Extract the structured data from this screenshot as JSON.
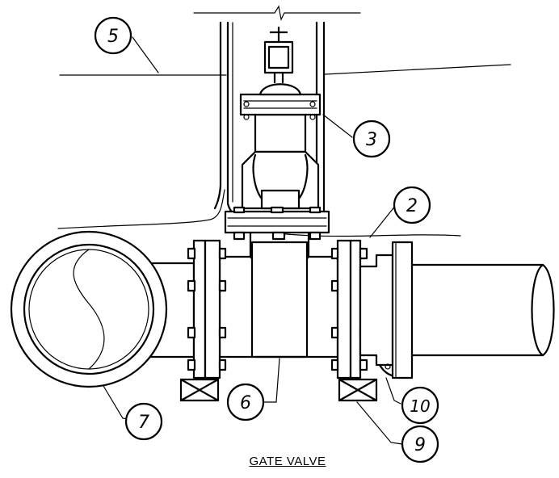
{
  "caption": "GATE VALVE",
  "callouts": [
    {
      "id": "5",
      "label": "5"
    },
    {
      "id": "3",
      "label": "3"
    },
    {
      "id": "2",
      "label": "2"
    },
    {
      "id": "6",
      "label": "6"
    },
    {
      "id": "7",
      "label": "7"
    },
    {
      "id": "9",
      "label": "9"
    },
    {
      "id": "10",
      "label": "10"
    }
  ]
}
